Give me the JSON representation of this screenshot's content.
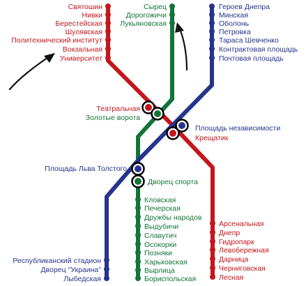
{
  "colors": {
    "red": "#c4161c",
    "green": "#13743a",
    "blue": "#27348b",
    "annotation_arrow": "#111111"
  },
  "lines": {
    "red": {
      "color_name": "red",
      "stations_top": [
        "Святошин",
        "Нивки",
        "Берестейская",
        "Шулявская",
        "Политехнический институт",
        "Вокзальная",
        "Университет"
      ],
      "interchange_1": "Театральная",
      "interchange_2": "Крещатик",
      "stations_bottom": [
        "Арсенальная",
        "Днепр",
        "Гидропарк",
        "Левобережная",
        "Дарница",
        "Черниговская",
        "Лесная"
      ]
    },
    "green": {
      "color_name": "green",
      "stations_top": [
        "Сырец",
        "Дорогожичи",
        "Лукьяновская"
      ],
      "interchange_1": "Золотые ворота",
      "interchange_2": "Дворец спорта",
      "stations_bottom": [
        "Кловская",
        "Печерская",
        "Дружбы народов",
        "Выдубичи",
        "Славутич",
        "Осокорки",
        "Позняки",
        "Харьковская",
        "Вырлица",
        "Бориспольская"
      ]
    },
    "blue": {
      "color_name": "blue",
      "stations_top": [
        "Героев Днепра",
        "Минская",
        "Оболонь",
        "Петровка",
        "Тараса Шевченко",
        "Контрактовая площадь",
        "Почтовая площадь"
      ],
      "interchange_1": "Площадь независимости",
      "interchange_2": "Площадь Льва Толстого",
      "stations_bottom": [
        "Республиканский стадион",
        "Дворец \"Украина\"",
        "Лыбедская"
      ]
    }
  },
  "annotations": {
    "arrow_left": "arrow-pointing-to-red-line",
    "arrow_right": "arrow-pointing-to-green-line"
  }
}
